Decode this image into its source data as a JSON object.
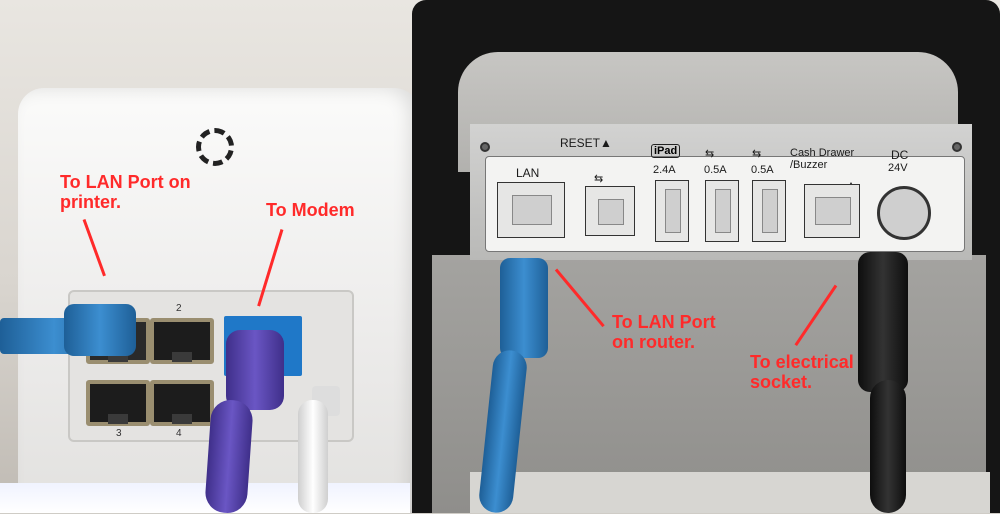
{
  "router": {
    "port_labels": [
      "2",
      "3",
      "4"
    ]
  },
  "printer": {
    "reset_label": "RESET▲",
    "lan_label": "LAN",
    "ipad_label": "iPad",
    "ipad_current": "2.4A",
    "usb_current_1": "0.5A",
    "usb_current_2": "0.5A",
    "cash_drawer_label": "Cash Drawer /Buzzer",
    "dc_label": "DC",
    "dc_voltage": "24V"
  },
  "annotations": {
    "printer_lan": "To LAN Port on printer.",
    "modem": "To Modem",
    "router_lan": "To LAN Port on router.",
    "socket": "To electrical socket."
  },
  "colors": {
    "annotation": "#ff2a2a",
    "lan_cable": "#3c8ed0",
    "modem_cable": "#6a56c4",
    "wan_port": "#1f78c8"
  }
}
